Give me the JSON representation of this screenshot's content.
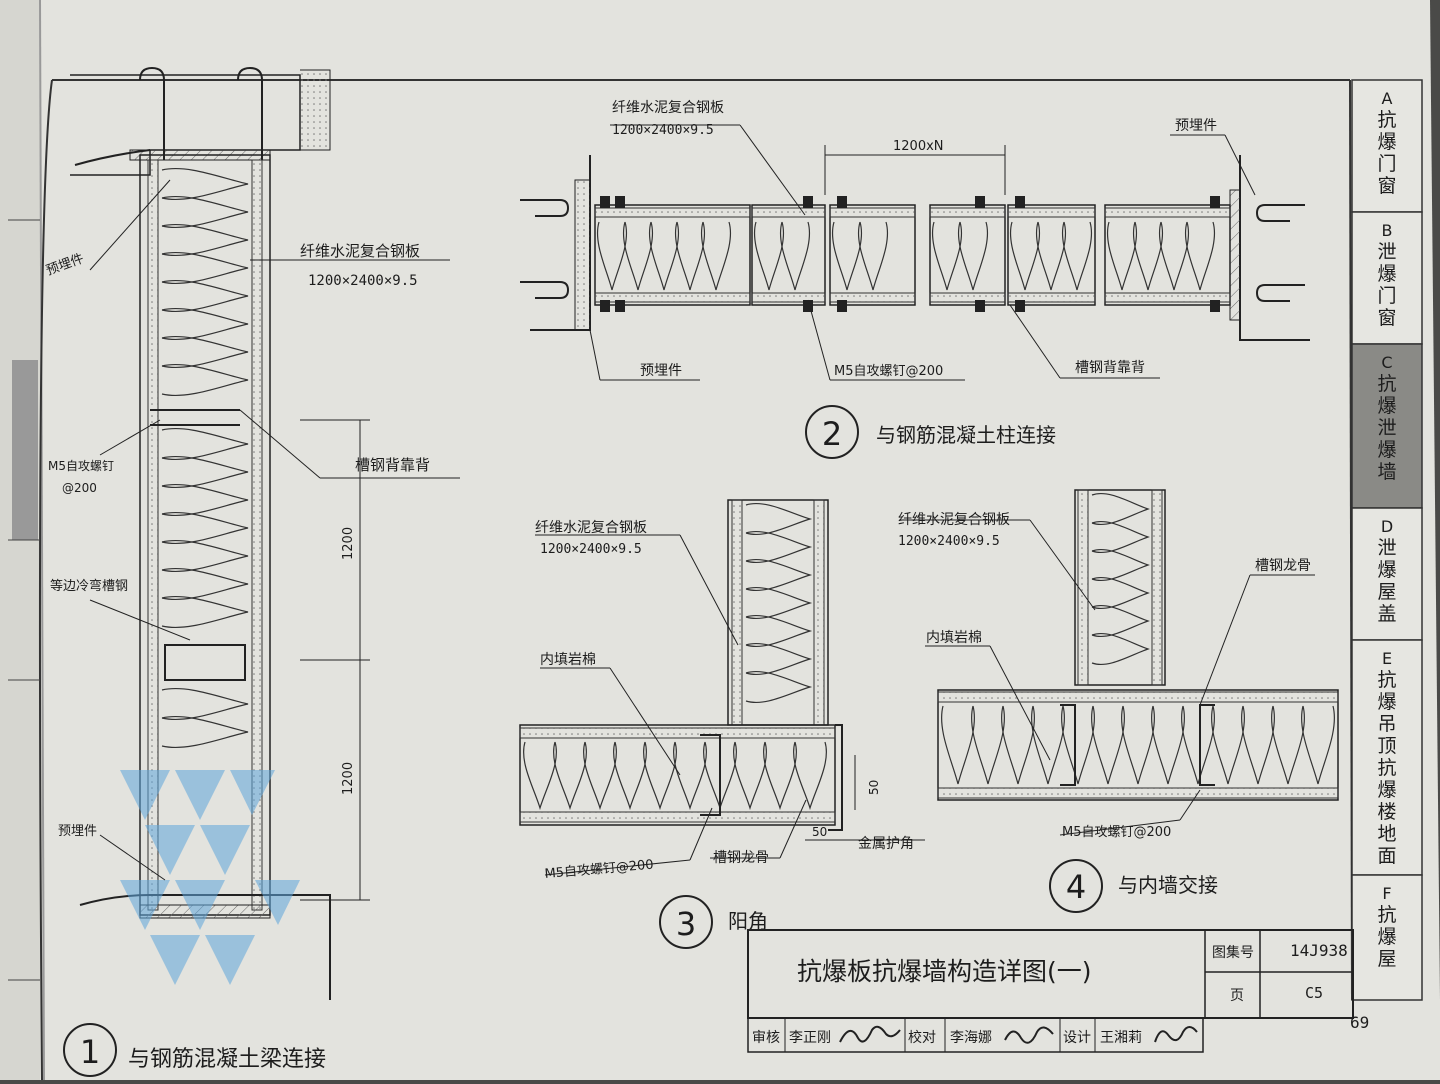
{
  "page_number": "69",
  "tabs": [
    {
      "letter": "A",
      "label": "抗爆门窗",
      "active": false
    },
    {
      "letter": "B",
      "label": "泄爆门窗",
      "active": false
    },
    {
      "letter": "C",
      "label": "抗爆泄爆墙",
      "active": true
    },
    {
      "letter": "D",
      "label": "泄爆屋盖",
      "active": false
    },
    {
      "letter": "E",
      "label": "抗爆吊顶抗爆楼地面",
      "active": false
    },
    {
      "letter": "F",
      "label": "抗爆屋",
      "active": false
    }
  ],
  "details": [
    {
      "num": "1",
      "title": "与钢筋混凝土梁连接"
    },
    {
      "num": "2",
      "title": "与钢筋混凝土柱连接"
    },
    {
      "num": "3",
      "title": "阳角"
    },
    {
      "num": "4",
      "title": "与内墙交接"
    }
  ],
  "labels": {
    "board": "纤维水泥复合钢板",
    "board_size": "1200×2400×9.5",
    "embed": "预埋件",
    "screw_a": "M5自攻螺钉",
    "screw_b": "@200",
    "screw_full": "M5自攻螺钉@200",
    "channel_back": "槽钢背靠背",
    "cold_channel": "等边冷弯槽钢",
    "keel": "槽钢龙骨",
    "rockwool": "内填岩棉",
    "metal_corner": "金属护角"
  },
  "dimensions": {
    "span": "1200xN",
    "d1200": "1200",
    "d50": "50"
  },
  "title_block": {
    "title": "抗爆板抗爆墙构造详图(一)",
    "atlas_label": "图集号",
    "atlas_no": "14J938",
    "page_label": "页",
    "page_no": "C5",
    "review_label": "审核",
    "reviewer": "李正刚",
    "check_label": "校对",
    "checker": "李海娜",
    "design_label": "设计",
    "designer": "王湘莉"
  }
}
